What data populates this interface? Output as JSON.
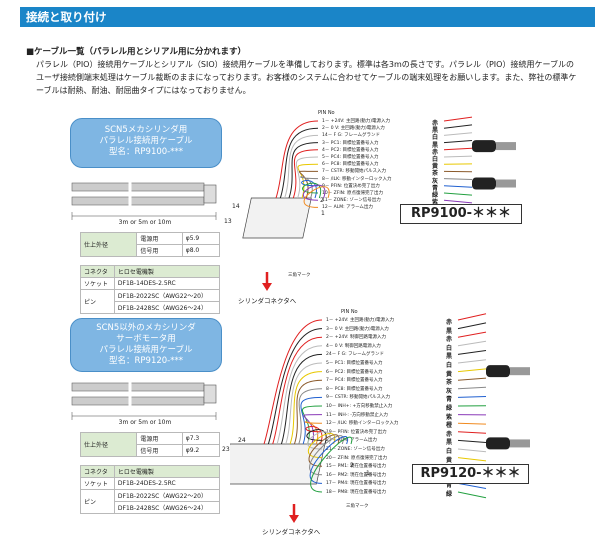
{
  "header": {
    "title": "接続と取り付け"
  },
  "section": {
    "subtitle": "■ケーブル一覧（パラレル用とシリアル用に分かれます）"
  },
  "intro": "パラレル（PIO）接続用ケーブルとシリアル（SIO）接続用ケーブルを準備しております。標準は各3mの長さです。パラレル（PIO）接続用ケーブルのユーザ接続側端末処理はケーブル裁断のままになっております。お客様のシステムに合わせてケーブルの端末処理をお願いします。また、弊社の標準ケーブルは耐熱、耐油、耐屈曲タイプにはなっておりません。",
  "cable1": {
    "callout": [
      "SCN5メカシリンダ用",
      "パラレル接続用ケーブル",
      "型名：RP9100-***"
    ],
    "length": "3m or 5m or 10m",
    "spec_header": "仕上外径",
    "spec": [
      [
        "電源用",
        "φ5.9"
      ],
      [
        "信号用",
        "φ8.0"
      ]
    ],
    "conn_header": [
      "コネクタ",
      "ヒロセ電機製"
    ],
    "conn": [
      [
        "ソケット",
        "DF1B-14DES-2.5RC"
      ],
      [
        "ピン",
        "DF1B-2022SC（AWG22～20）"
      ],
      [
        "",
        "DF1B-2428SC（AWG26～24）"
      ]
    ],
    "pin_no": "PIN No",
    "pins": [
      [
        "1",
        "+24V: 主回路(動力)電源入力",
        "赤"
      ],
      [
        "2",
        "0 V: 主回路(動力)電源入力",
        "黒"
      ],
      [
        "14",
        "F G: フレームグランド",
        "白"
      ],
      [
        "3",
        "PC1: 目標位置番号入力",
        "黒"
      ],
      [
        "4",
        "PC2: 目標位置番号入力",
        "赤"
      ],
      [
        "5",
        "PC4: 目標位置番号入力",
        "白"
      ],
      [
        "6",
        "PC8: 目標位置番号入力",
        "黄"
      ],
      [
        "7",
        "CSTR: 移動開始パルス入力",
        "茶"
      ],
      [
        "8",
        "/ILK: 移動インターロック入力",
        "灰"
      ],
      [
        "9",
        "PFIN: 位置決め完了出力",
        "青"
      ],
      [
        "10",
        "ZFIN: 原点復帰完了出力",
        "緑"
      ],
      [
        "11",
        "ZONE: ゾーン信号出力",
        "紫"
      ],
      [
        "12",
        "ALM: アラーム出力",
        "橙"
      ]
    ],
    "pin_marks": {
      "left": "14",
      "left2": "13",
      "right": "2",
      "right2": "1"
    },
    "triangle": "三角マーク",
    "model": "RP9100-＊＊＊",
    "arrow": "シリンダコネクタへ"
  },
  "cable2": {
    "callout": [
      "SCN5以外のメカシリンダ",
      "サーボモータ用",
      "パラレル接続用ケーブル",
      "型名：RP9120-***"
    ],
    "length": "3m or 5m or 10m",
    "spec_header": "仕上外径",
    "spec": [
      [
        "電源用",
        "φ7.3"
      ],
      [
        "信号用",
        "φ9.2"
      ]
    ],
    "conn_header": [
      "コネクタ",
      "ヒロセ電機製"
    ],
    "conn": [
      [
        "ソケット",
        "DF1B-24DES-2.5RC"
      ],
      [
        "ピン",
        "DF1B-2022SC（AWG22～20）"
      ],
      [
        "",
        "DF1B-2428SC（AWG26～24）"
      ]
    ],
    "pin_no": "PIN No",
    "pins": [
      [
        "1",
        "+24V: 主回路(動力)電源入力",
        "赤"
      ],
      [
        "3",
        "0 V: 主回路(動力)電源入力",
        "黒"
      ],
      [
        "2",
        "+24V: 制御回路電源入力",
        "赤"
      ],
      [
        "4",
        "0 V: 制御回路電源入力",
        "白"
      ],
      [
        "24",
        "F G: フレームグランド",
        "黒"
      ],
      [
        "5",
        "PC1: 目標位置番号入力",
        "白"
      ],
      [
        "6",
        "PC2: 目標位置番号入力",
        "黄"
      ],
      [
        "7",
        "PC4: 目標位置番号入力",
        "茶"
      ],
      [
        "8",
        "PC8: 目標位置番号入力",
        "灰"
      ],
      [
        "9",
        "CSTR: 移動開始パルス入力",
        "青"
      ],
      [
        "10",
        "INH+: +方向移動禁止入力",
        "緑"
      ],
      [
        "11",
        "INH-: -方向移動禁止入力",
        "紫"
      ],
      [
        "12",
        "/ILK: 移動インターロック入力",
        "橙"
      ],
      [
        "19",
        "PFIN: 位置決め完了出力",
        "赤"
      ],
      [
        "22",
        "ALM: アラーム出力",
        "黒"
      ],
      [
        "21",
        "ZONE: ゾーン信号出力",
        "白"
      ],
      [
        "20",
        "ZFIN: 原点復帰完了出力",
        "黄"
      ],
      [
        "15",
        "PM1: 現在位置番号出力",
        "茶"
      ],
      [
        "16",
        "PM2: 現在位置番号出力",
        "灰"
      ],
      [
        "17",
        "PM4: 現在位置番号出力",
        "青"
      ],
      [
        "18",
        "PM8: 現在位置番号出力",
        "緑"
      ]
    ],
    "pin_marks": {
      "left": "24",
      "left2": "23",
      "right": "2",
      "right2": "1"
    },
    "triangle": "三角マーク",
    "model": "RP9120-＊＊＊",
    "arrow": "シリンダコネクタへ"
  },
  "colors": {
    "header": "#1a85c8",
    "callout": "#7fb6e3",
    "arrow": "#e02020",
    "table_head": "#dcebd2"
  }
}
